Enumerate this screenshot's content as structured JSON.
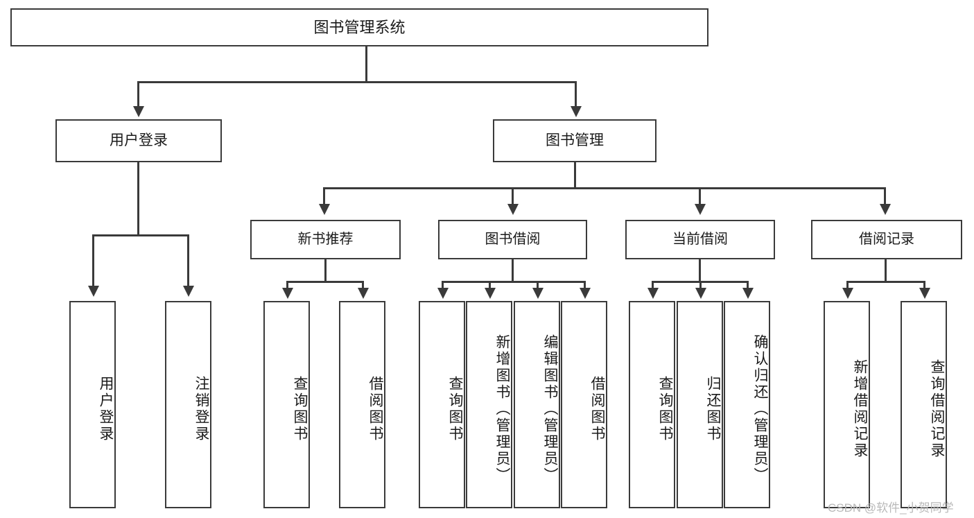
{
  "diagram": {
    "title": "图书管理系统",
    "type": "hierarchy-tree",
    "root": {
      "label": "图书管理系统"
    },
    "level1": [
      {
        "label": "用户登录"
      },
      {
        "label": "图书管理"
      }
    ],
    "level2": [
      {
        "label": "新书推荐"
      },
      {
        "label": "图书借阅"
      },
      {
        "label": "当前借阅"
      },
      {
        "label": "借阅记录"
      }
    ],
    "leaves": {
      "user_login": [
        {
          "label": "用户登录"
        },
        {
          "label": "注销登录"
        }
      ],
      "new_book_recommend": [
        {
          "label": "查询图书"
        },
        {
          "label": "借阅图书"
        }
      ],
      "book_borrow": [
        {
          "label": "查询图书"
        },
        {
          "label": "新增图书（管理员）"
        },
        {
          "label": "编辑图书（管理员）"
        },
        {
          "label": "借阅图书"
        }
      ],
      "current_borrow": [
        {
          "label": "查询图书"
        },
        {
          "label": "归还图书"
        },
        {
          "label": "确认归还（管理员）"
        }
      ],
      "borrow_record": [
        {
          "label": "新增借阅记录"
        },
        {
          "label": "查询借阅记录"
        }
      ]
    }
  },
  "watermark": {
    "text": "CSDN @软件_小贺同学"
  },
  "colors": {
    "box_border": "#3a3a3a",
    "box_fill": "#ffffff",
    "text": "#1a1a1a",
    "connector": "#3a3a3a",
    "watermark": "#b9b9b9",
    "canvas": "#ffffff"
  }
}
